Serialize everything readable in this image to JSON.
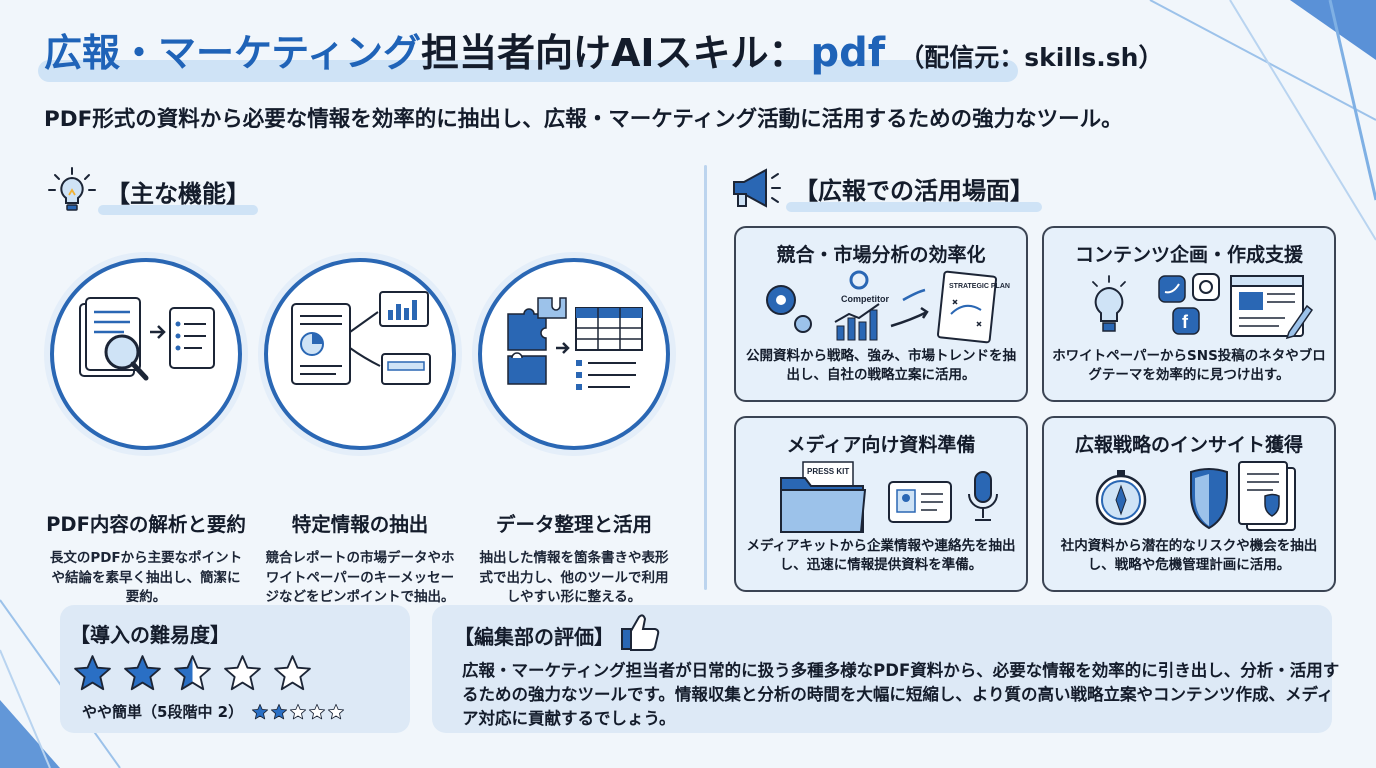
{
  "header": {
    "title_part1": "広報・マーケティング",
    "title_part2": "担当者向けAIスキル：",
    "title_part3": "pdf",
    "title_source": "（配信元：skills.sh）",
    "subtitle": "PDF形式の資料から必要な情報を効率的に抽出し、広報・マーケティング活動に活用するための強力なツール。"
  },
  "features_section": {
    "heading": "【主な機能】",
    "icon": "lightbulb-icon",
    "items": [
      {
        "title": "PDF内容の解析と要約",
        "desc": "長文のPDFから主要なポイントや結論を素早く抽出し、簡潔に要約。",
        "icon": "document-magnifier-icon"
      },
      {
        "title": "特定情報の抽出",
        "desc": "競合レポートの市場データやホワイトペーパーのキーメッセージなどをピンポイントで抽出。",
        "icon": "document-extract-icon"
      },
      {
        "title": "データ整理と活用",
        "desc": "抽出した情報を箇条書きや表形式で出力し、他のツールで利用しやすい形に整える。",
        "icon": "puzzle-table-icon"
      }
    ]
  },
  "usecases_section": {
    "heading": "【広報での活用場面】",
    "icon": "megaphone-icon",
    "cards": [
      {
        "title": "競合・市場分析の効率化",
        "desc": "公開資料から戦略、強み、市場トレンドを抽出し、自社の戦略立案に活用。",
        "icon_label_1": "Competitor",
        "icon_label_2": "STRATEGIC PLAN"
      },
      {
        "title": "コンテンツ企画・作成支援",
        "desc": "ホワイトペーパーからSNS投稿のネタやブログテーマを効率的に見つけ出す。"
      },
      {
        "title": "メディア向け資料準備",
        "desc": "メディアキットから企業情報や連絡先を抽出し、迅速に情報提供資料を準備。",
        "icon_label_1": "PRESS KIT"
      },
      {
        "title": "広報戦略のインサイト獲得",
        "desc": "社内資料から潜在的なリスクや機会を抽出し、戦略や危機管理計画に活用。"
      }
    ]
  },
  "difficulty": {
    "heading": "【導入の難易度】",
    "rating": 2.5,
    "max": 5,
    "text": "やや簡単（5段階中 2）",
    "mini_rating": 2
  },
  "review": {
    "heading": "【編集部の評価】",
    "icon": "thumbs-up-icon",
    "text": "広報・マーケティング担当者が日常的に扱う多種多様なPDF資料から、必要な情報を効率的に引き出し、分析・活用するための強力なツールです。情報収集と分析の時間を大幅に短縮し、より質の高い戦略立案やコンテンツ作成、メディア対応に貢献するでしょう。"
  },
  "colors": {
    "accent": "#1f63b8",
    "star": "#2a6fc4",
    "panel": "#dde9f6"
  }
}
